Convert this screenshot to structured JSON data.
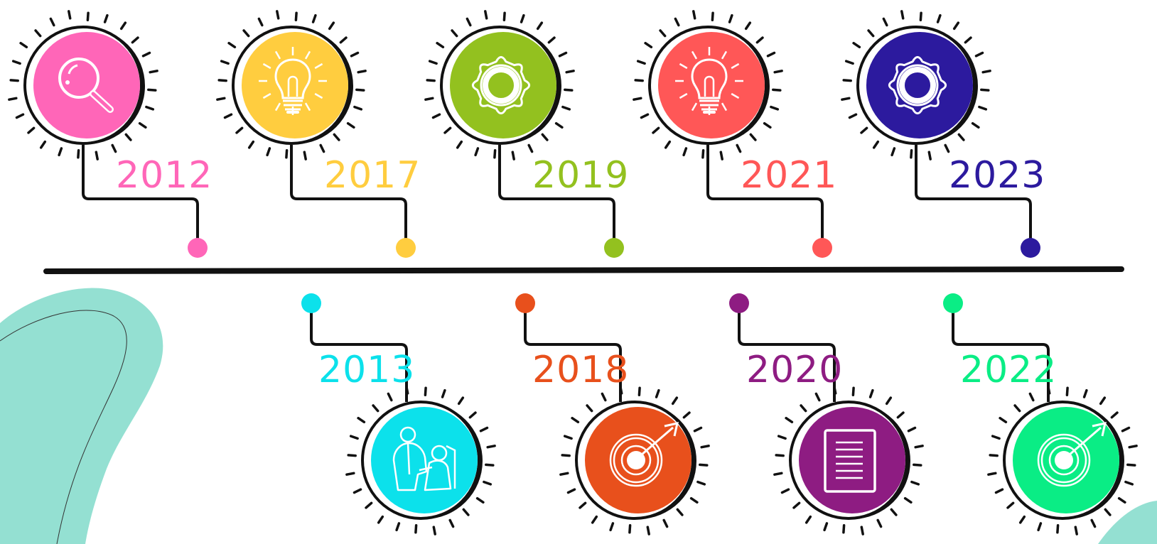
{
  "timeline": {
    "top_events": [
      {
        "year": "2012",
        "color": "#FF66B8",
        "icon": "magnifier-icon"
      },
      {
        "year": "2017",
        "color": "#FFCD3F",
        "icon": "lightbulb-icon"
      },
      {
        "year": "2019",
        "color": "#93C11F",
        "icon": "gear-icon"
      },
      {
        "year": "2021",
        "color": "#FF5757",
        "icon": "lightbulb-icon"
      },
      {
        "year": "2023",
        "color": "#2C1A9E",
        "icon": "gear-icon"
      }
    ],
    "bottom_events": [
      {
        "year": "2013",
        "color": "#0CE1EB",
        "icon": "doctor-patient-icon"
      },
      {
        "year": "2018",
        "color": "#E8501C",
        "icon": "target-icon"
      },
      {
        "year": "2020",
        "color": "#8E1C82",
        "icon": "document-icon"
      },
      {
        "year": "2022",
        "color": "#0AED85",
        "icon": "target-icon"
      }
    ],
    "decor_color": "#94E0D2"
  }
}
